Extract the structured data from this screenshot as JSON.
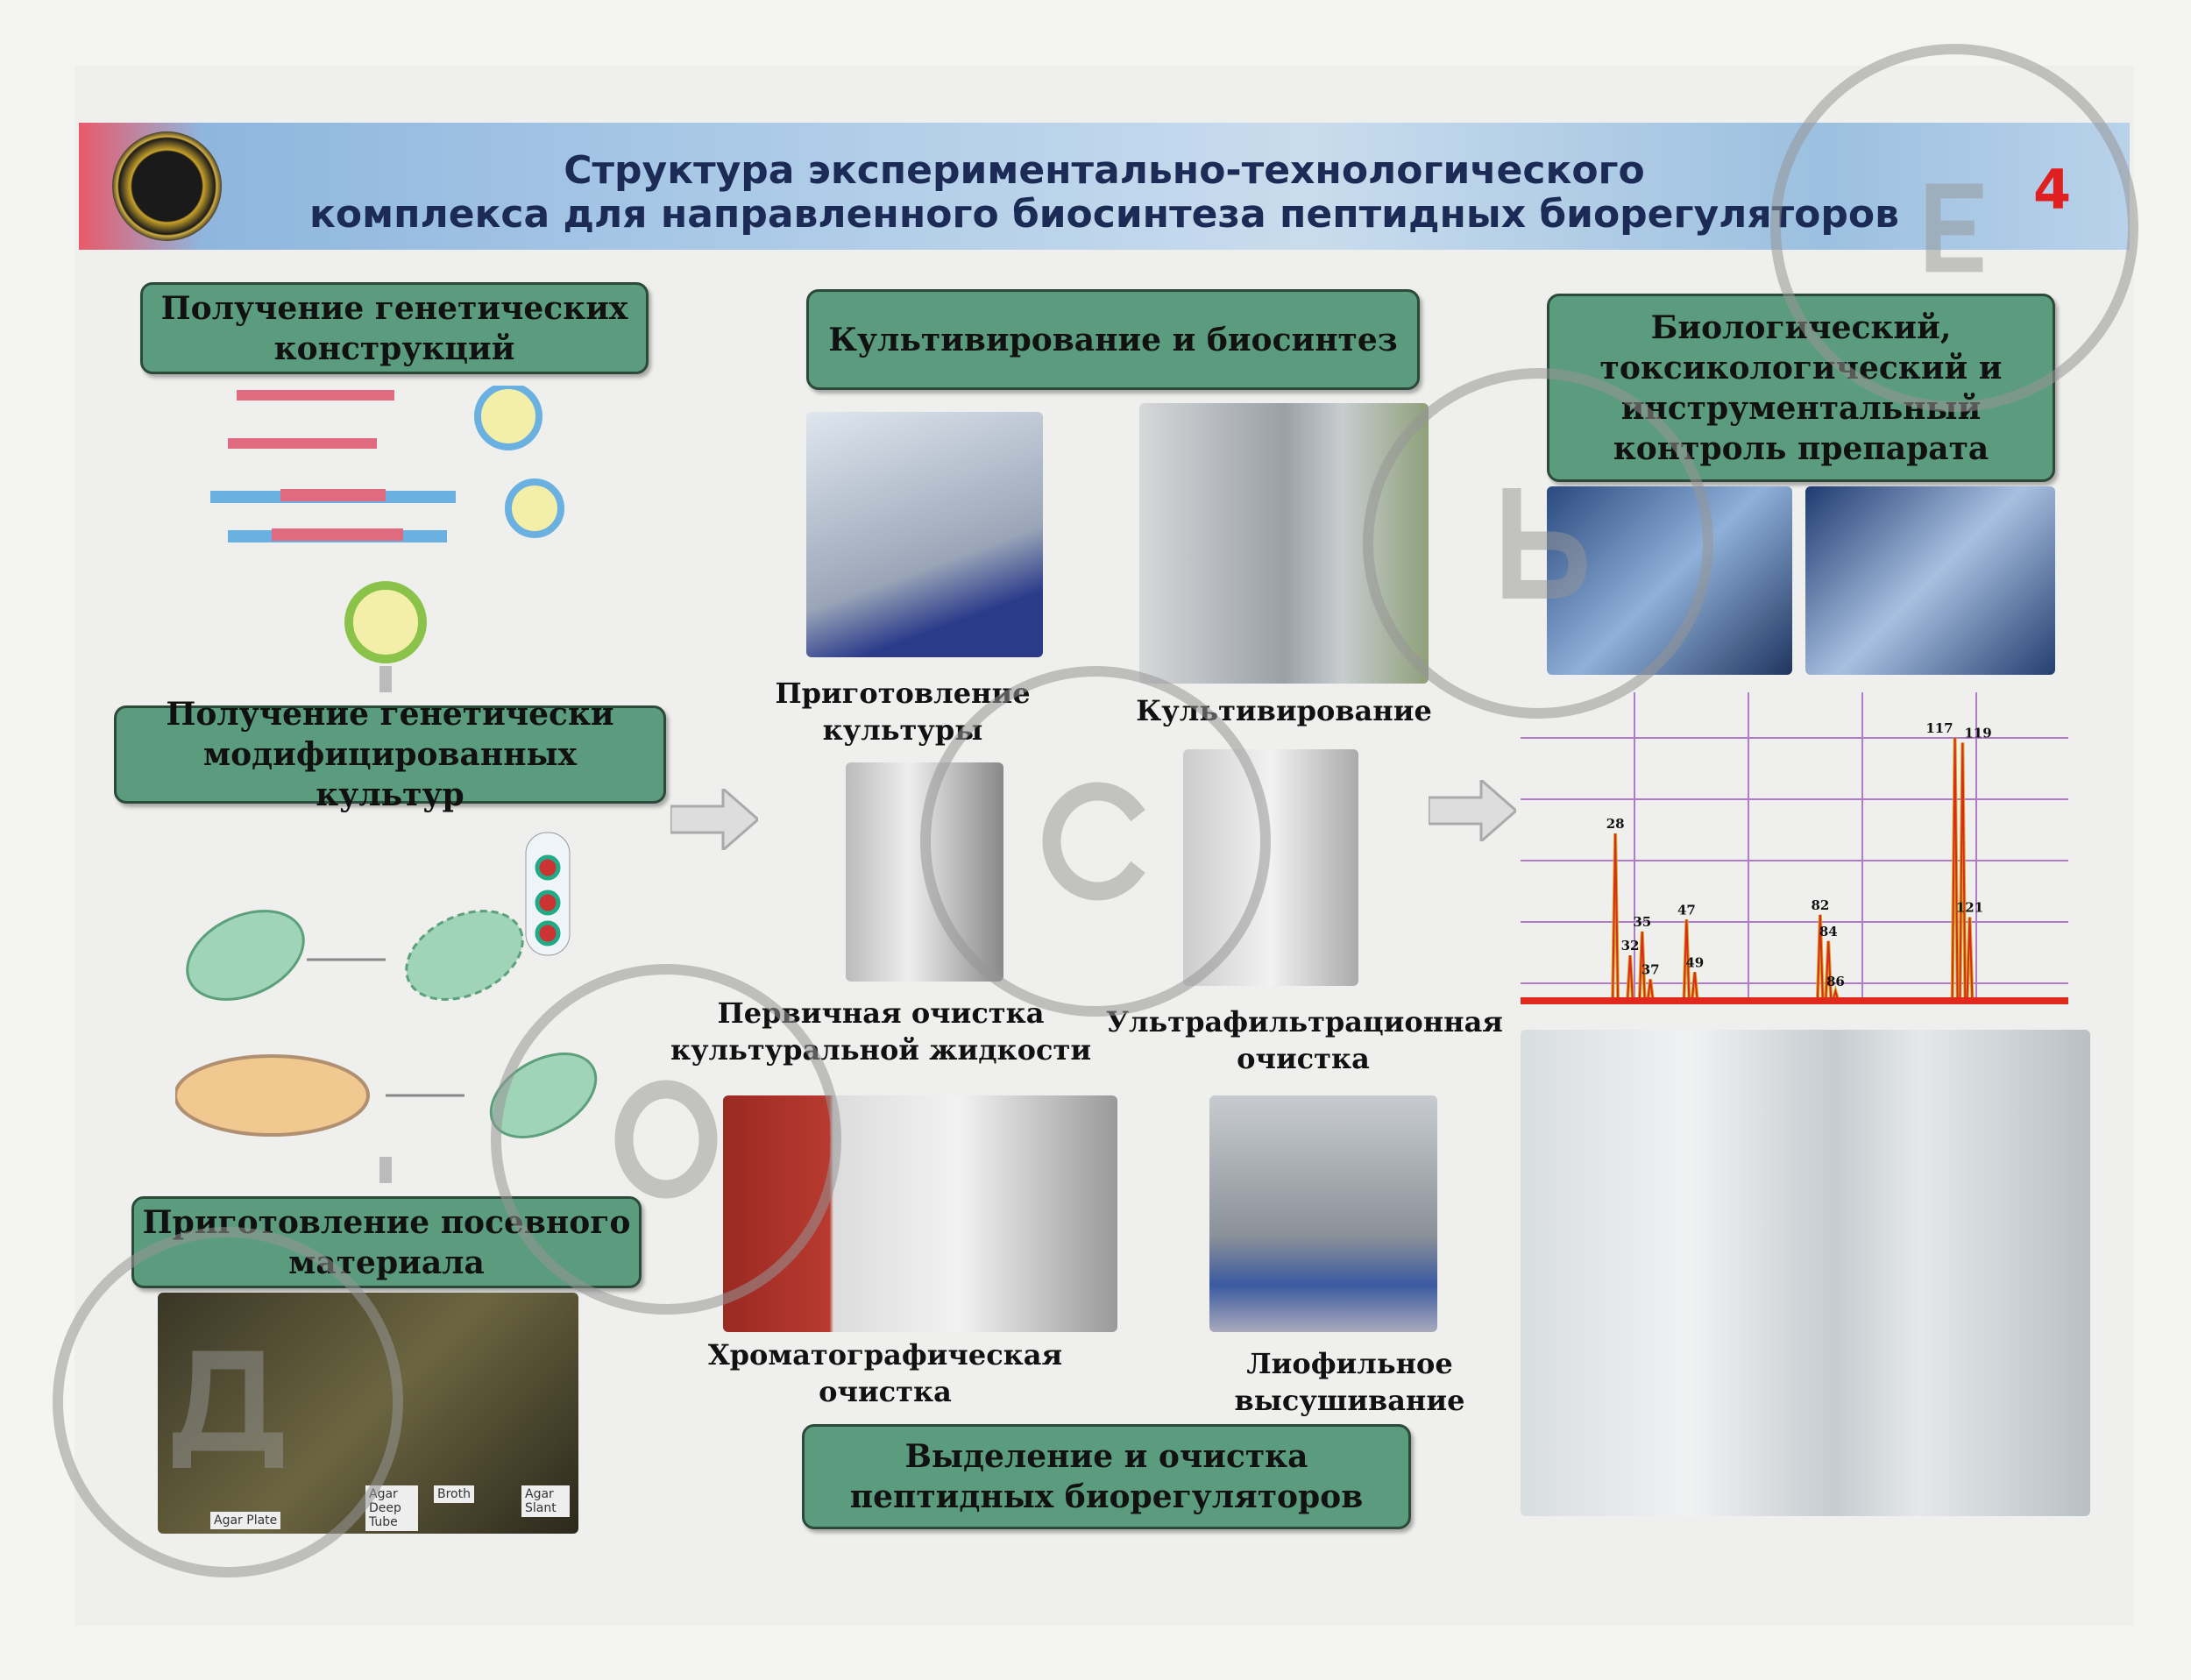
{
  "header": {
    "title_line1": "Структура экспериментально-технологического",
    "title_line2": "комплекса для направленного биосинтеза пептидных биорегуляторов",
    "page_number": "4"
  },
  "boxes": {
    "genetic_constructs": "Получение генетических конструкций",
    "gm_cultures": "Получение генетически модифицированных культур",
    "seed_material": "Приготовление посевного материала",
    "cultivation": "Культивирование и биосинтез",
    "control": "Биологический, токсикологический и инструментальный контроль препарата",
    "isolation": "Выделение и очистка пептидных биорегуляторов"
  },
  "captions": {
    "culture_prep": "Приготовление культуры",
    "cultivation": "Культивирование",
    "primary_purification": "Первичная очистка культуральной жидкости",
    "ultrafiltration": "Ультрафильтрационная очистка",
    "chromatography": "Хроматографическая очистка",
    "lyophilization": "Лиофильное высушивание"
  },
  "photo_labels": {
    "agar_plate": "Agar Plate",
    "agar_deep_tube": "Agar Deep Tube",
    "broth": "Broth",
    "agar_slant": "Agar Slant"
  },
  "watermark": [
    "Д",
    "О",
    "С",
    "Ь",
    "Е"
  ],
  "colors": {
    "box_green": "#5b9c7e",
    "title_blue": "#1b2b55",
    "page_red": "#e02020",
    "grid": "#b07cc6",
    "trace_red": "#e0281c",
    "trace_yellow": "#c8b020"
  },
  "chart_data": {
    "type": "line",
    "title": "",
    "xlabel": "",
    "ylabel": "",
    "xlim": [
      0,
      100
    ],
    "ylim": [
      0,
      1.1
    ],
    "grid": true,
    "peaks": [
      {
        "label": "28",
        "x": 16.3,
        "height": 0.7
      },
      {
        "label": "32",
        "x": 19.0,
        "height": 0.19
      },
      {
        "label": "35",
        "x": 21.2,
        "height": 0.29
      },
      {
        "label": "37",
        "x": 22.7,
        "height": 0.09
      },
      {
        "label": "47",
        "x": 29.3,
        "height": 0.34
      },
      {
        "label": "49",
        "x": 30.8,
        "height": 0.12
      },
      {
        "label": "82",
        "x": 53.7,
        "height": 0.36
      },
      {
        "label": "84",
        "x": 55.2,
        "height": 0.25
      },
      {
        "label": "86",
        "x": 56.5,
        "height": 0.04
      },
      {
        "label": "117",
        "x": 78.3,
        "height": 1.1
      },
      {
        "label": "119",
        "x": 79.7,
        "height": 1.08
      },
      {
        "label": "121",
        "x": 81.0,
        "height": 0.35
      }
    ]
  }
}
